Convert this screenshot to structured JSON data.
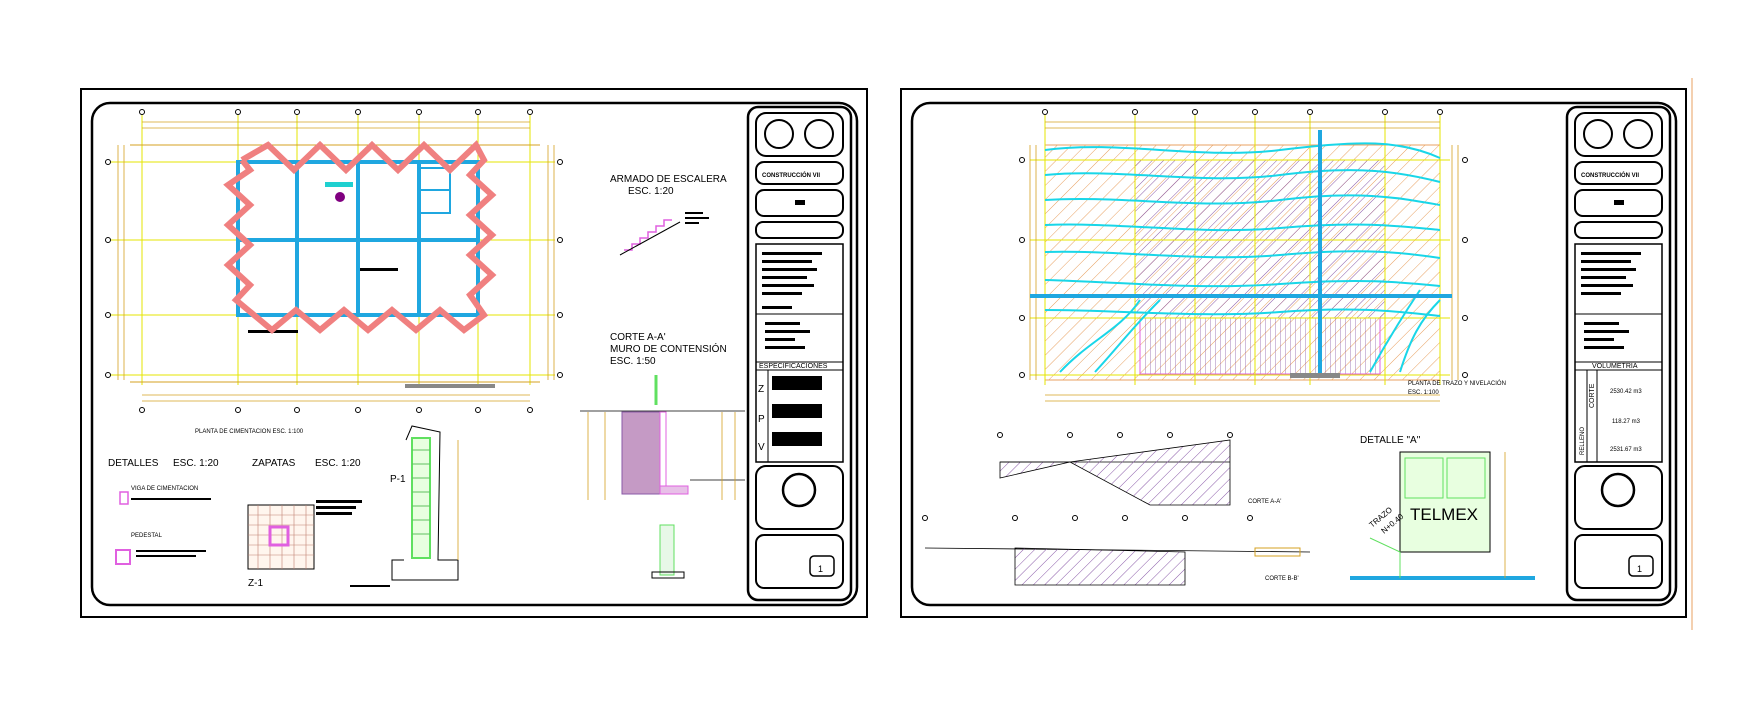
{
  "sheet1": {
    "escalera_title": "ARMADO  DE  ESCALERA",
    "escalera_scale": "ESC. 1:20",
    "corte_title": "CORTE A-A'",
    "muro_title": "MURO DE CONTENSIÓN",
    "muro_scale": "ESC. 1:50",
    "planta_caption": "PLANTA DE CIMENTACION   ESC. 1:100",
    "detalles_label": "DETALLES",
    "detalles_scale": "ESC. 1:20",
    "zapatas_label": "ZAPATAS",
    "zapatas_scale": "ESC. 1:20",
    "viga_label": "VIGA DE CIMENTACION",
    "pedestal_label": "PEDESTAL",
    "z1_label": "Z-1",
    "p1_label": "P-1",
    "tb_title": "CONSTRUCCIÓN VII",
    "tb_spec": "ESPECIFICACIONES",
    "tb_z": "Z",
    "tb_p": "P",
    "tb_v": "V",
    "tb_sheet": "1"
  },
  "sheet2": {
    "planta_caption": "PLANTA DE TRAZO Y NIVELACIÓN",
    "planta_scale": "ESC. 1:100",
    "corte_a": "CORTE A-A'",
    "corte_b": "CORTE B-B'",
    "detalle_title": "DETALLE  \"A\"",
    "telmex": "TELMEX",
    "trazo": "TRAZO",
    "trazo_level": "N+0.40",
    "tb_title": "CONSTRUCCIÓN VII",
    "volumetria": "VOLUMETRÍA",
    "corte_side": "CORTE",
    "relleno_side": "RELLENO",
    "vol1": "2530.42 m3",
    "vol2": "118.27 m3",
    "vol3": "2531.67 m3",
    "tb_sheet": "1"
  },
  "colors": {
    "grid_yellow": "#e6e600",
    "column_cyan": "#1fa7e0",
    "revision_red": "#f08080",
    "contour_cyan": "#19d6e8",
    "hatch_orange": "#e8a060",
    "hatch_purple": "#8a5aa8",
    "magenta": "#e060e0",
    "green": "#60e060"
  }
}
